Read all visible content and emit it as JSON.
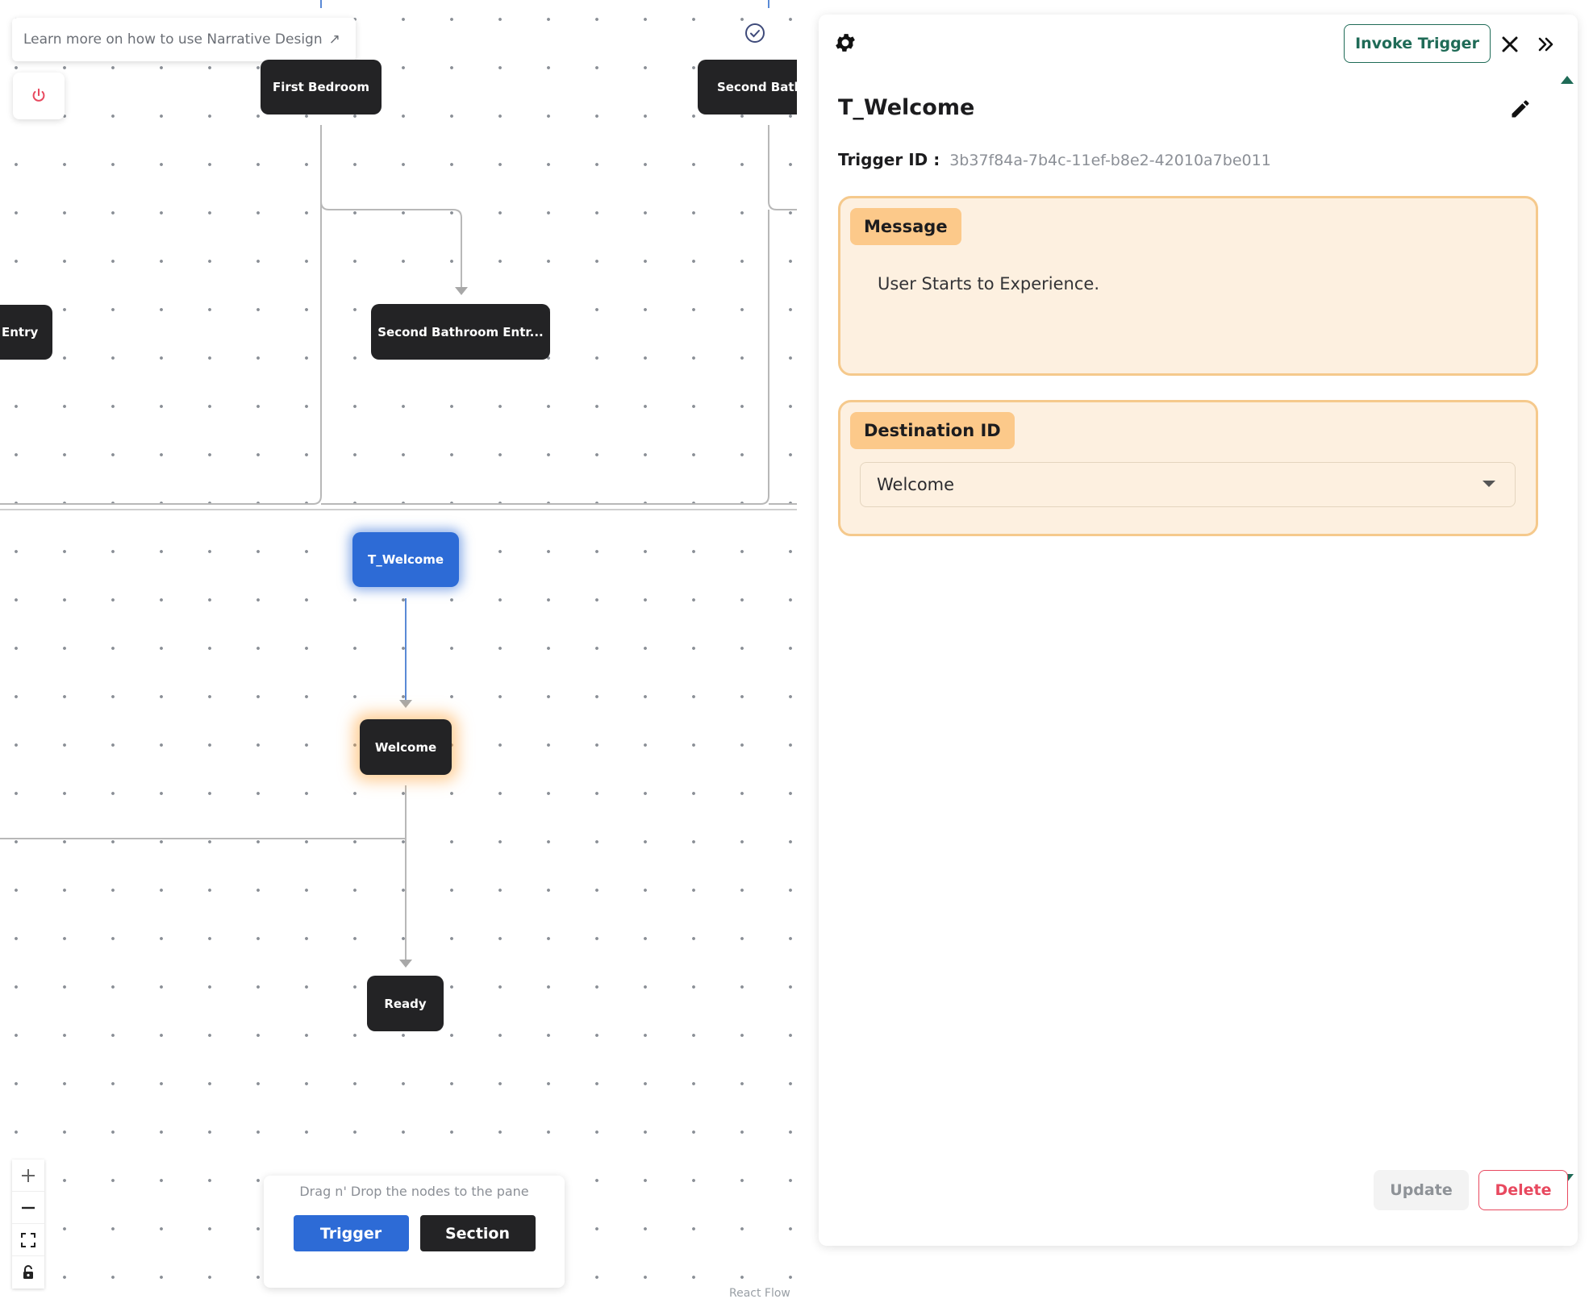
{
  "canvas": {
    "learn_more": "Learn more on how to use Narrative Design",
    "learn_more_arrow": "↗",
    "nodes": {
      "first_bedroom": "First Bedroom",
      "second_bathroom_partial": "Second Bathr",
      "entry_partial": "Entry",
      "second_bathroom_entry": "Second Bathroom Entr...",
      "t_welcome": "T_Welcome",
      "welcome": "Welcome",
      "ready": "Ready"
    },
    "dnd_panel": {
      "hint": "Drag n' Drop the nodes to the pane",
      "trigger_label": "Trigger",
      "section_label": "Section"
    },
    "attribution": "React Flow",
    "colors": {
      "node_dark": "#232325",
      "trigger_blue": "#2d6bd6",
      "edge_gray": "#b8b8b8",
      "edge_selected": "#5a8ad6"
    }
  },
  "panel": {
    "invoke_label": "Invoke Trigger",
    "title": "T_Welcome",
    "trigger_id_label": "Trigger ID :",
    "trigger_id_value": "3b37f84a-7b4c-11ef-b8e2-42010a7be011",
    "message": {
      "label": "Message",
      "text": "User Starts to Experience."
    },
    "destination": {
      "label": "Destination ID",
      "selected": "Welcome"
    },
    "update_label": "Update",
    "delete_label": "Delete",
    "colors": {
      "accent_green": "#1f6b57",
      "card_bg": "#fdf0e0",
      "card_border": "#f5c98c",
      "label_bg": "#fcc98a",
      "delete_red": "#e8495f"
    }
  }
}
